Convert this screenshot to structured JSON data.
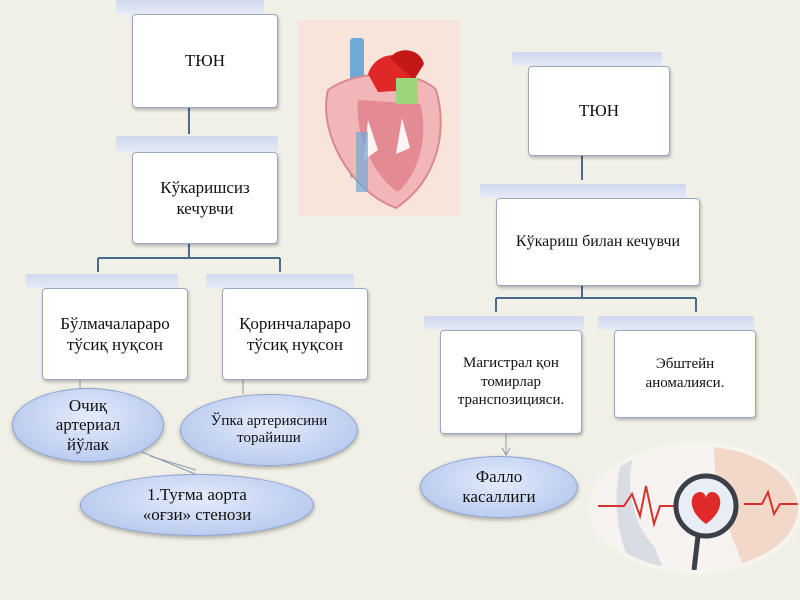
{
  "left_tree": {
    "root": "ТЮН",
    "level2": "Кўкаришсиз кечувчи",
    "level3_left": "Бўлмачалараро тўсиқ нуқсон",
    "level3_right": "Қоринчалараро тўсиқ нуқсон",
    "ellipse_pda": "Очиқ артериал йўлак",
    "ellipse_aorta": "1.Туғма аорта «оғзи» стенози",
    "ellipse_pulm": "Ўпка артериясини торайиши"
  },
  "right_tree": {
    "root": "ТЮН",
    "level2": "Кўкариш билан кечувчи",
    "level3_left": "Магистрал қон томирлар транспозицияси.",
    "level3_right": "Эбштейн аномалияси.",
    "ellipse_fallot": "Фалло касаллиги"
  },
  "colors": {
    "background": "#f1f0e6",
    "connector": "#4a6c8c",
    "box_border": "#9aa8c8",
    "ellipse_fill": "#bccdf0"
  },
  "images": {
    "heart_illustration": "heart-cross-section-icon",
    "heart_stethoscope": "heart-stethoscope-icon"
  }
}
